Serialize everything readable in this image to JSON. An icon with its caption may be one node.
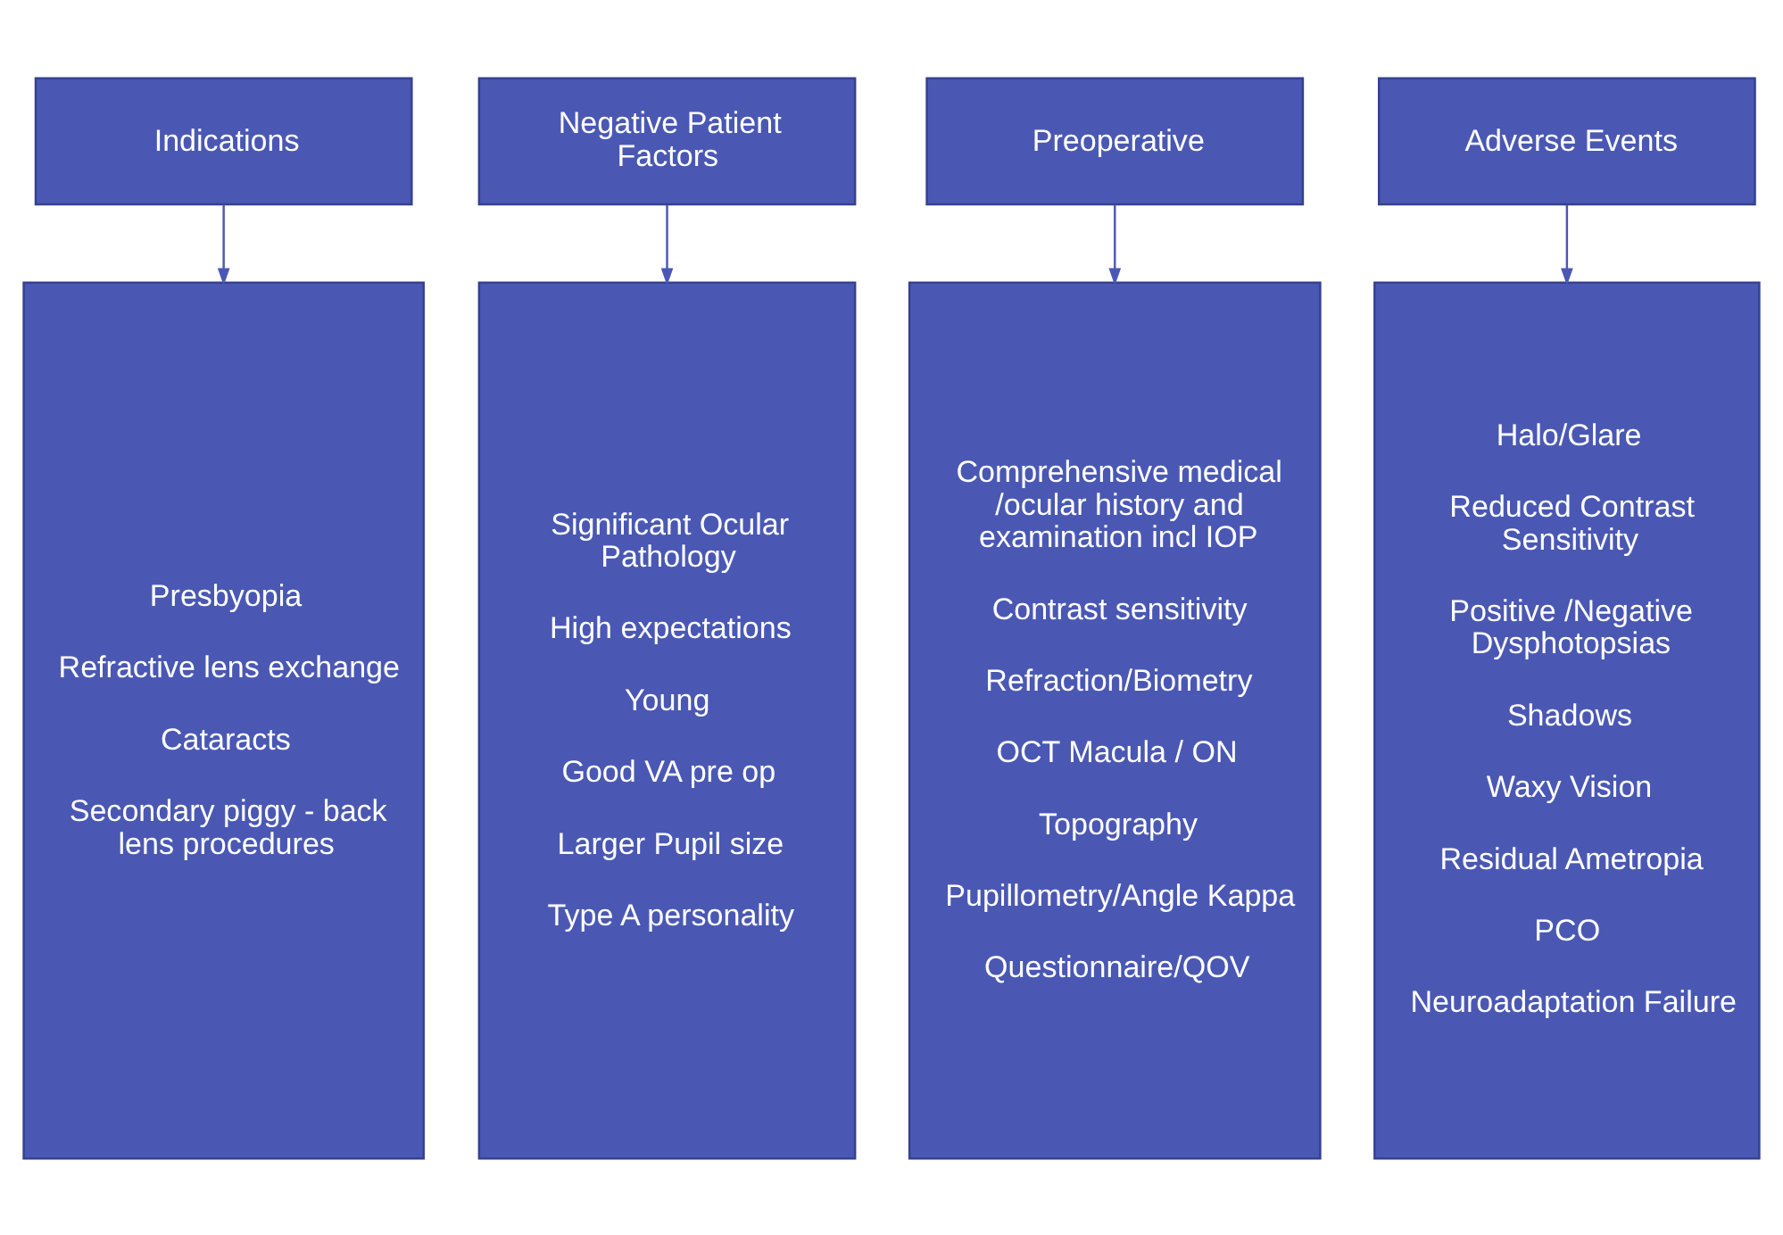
{
  "diagram": {
    "nodes": [
      {
        "text": [
          "Indications"
        ]
      },
      {
        "text": [
          "Negative Patient Factors"
        ]
      },
      {
        "text": [
          "Preoperative"
        ]
      },
      {
        "text": [
          "Adverse Events"
        ]
      },
      {
        "text": [
          "Presbyopia",
          "Refractive lens exchange",
          "Cataracts",
          "Secondary piggy - back lens procedures"
        ]
      },
      {
        "text": [
          "Significant Ocular Pathology",
          "High expectations",
          "Young",
          "Good VA pre op",
          "Larger Pupil size",
          "Type A personality"
        ]
      },
      {
        "text": [
          "Comprehensive medical /ocular history and examination incl IOP",
          "Contrast sensitivity",
          "Refraction/Biometry",
          "OCT Macula / ON",
          "Topography",
          "Pupillometry/Angle Kappa",
          "Questionnaire/QOV"
        ]
      },
      {
        "text": [
          "Halo/Glare",
          "Reduced Contrast Sensitivity",
          "Positive /Negative Dysphotopsias",
          "Shadows",
          "Waxy Vision",
          "Residual Ametropia",
          "PCO",
          "Neuroadaptation Failure"
        ]
      }
    ],
    "edges": [
      {
        "from": 0,
        "to": 4,
        "arrow": "to"
      },
      {
        "from": 1,
        "to": 5,
        "arrow": "to"
      },
      {
        "from": 2,
        "to": 6,
        "arrow": "to"
      },
      {
        "from": 3,
        "to": 7,
        "arrow": "to"
      }
    ]
  }
}
